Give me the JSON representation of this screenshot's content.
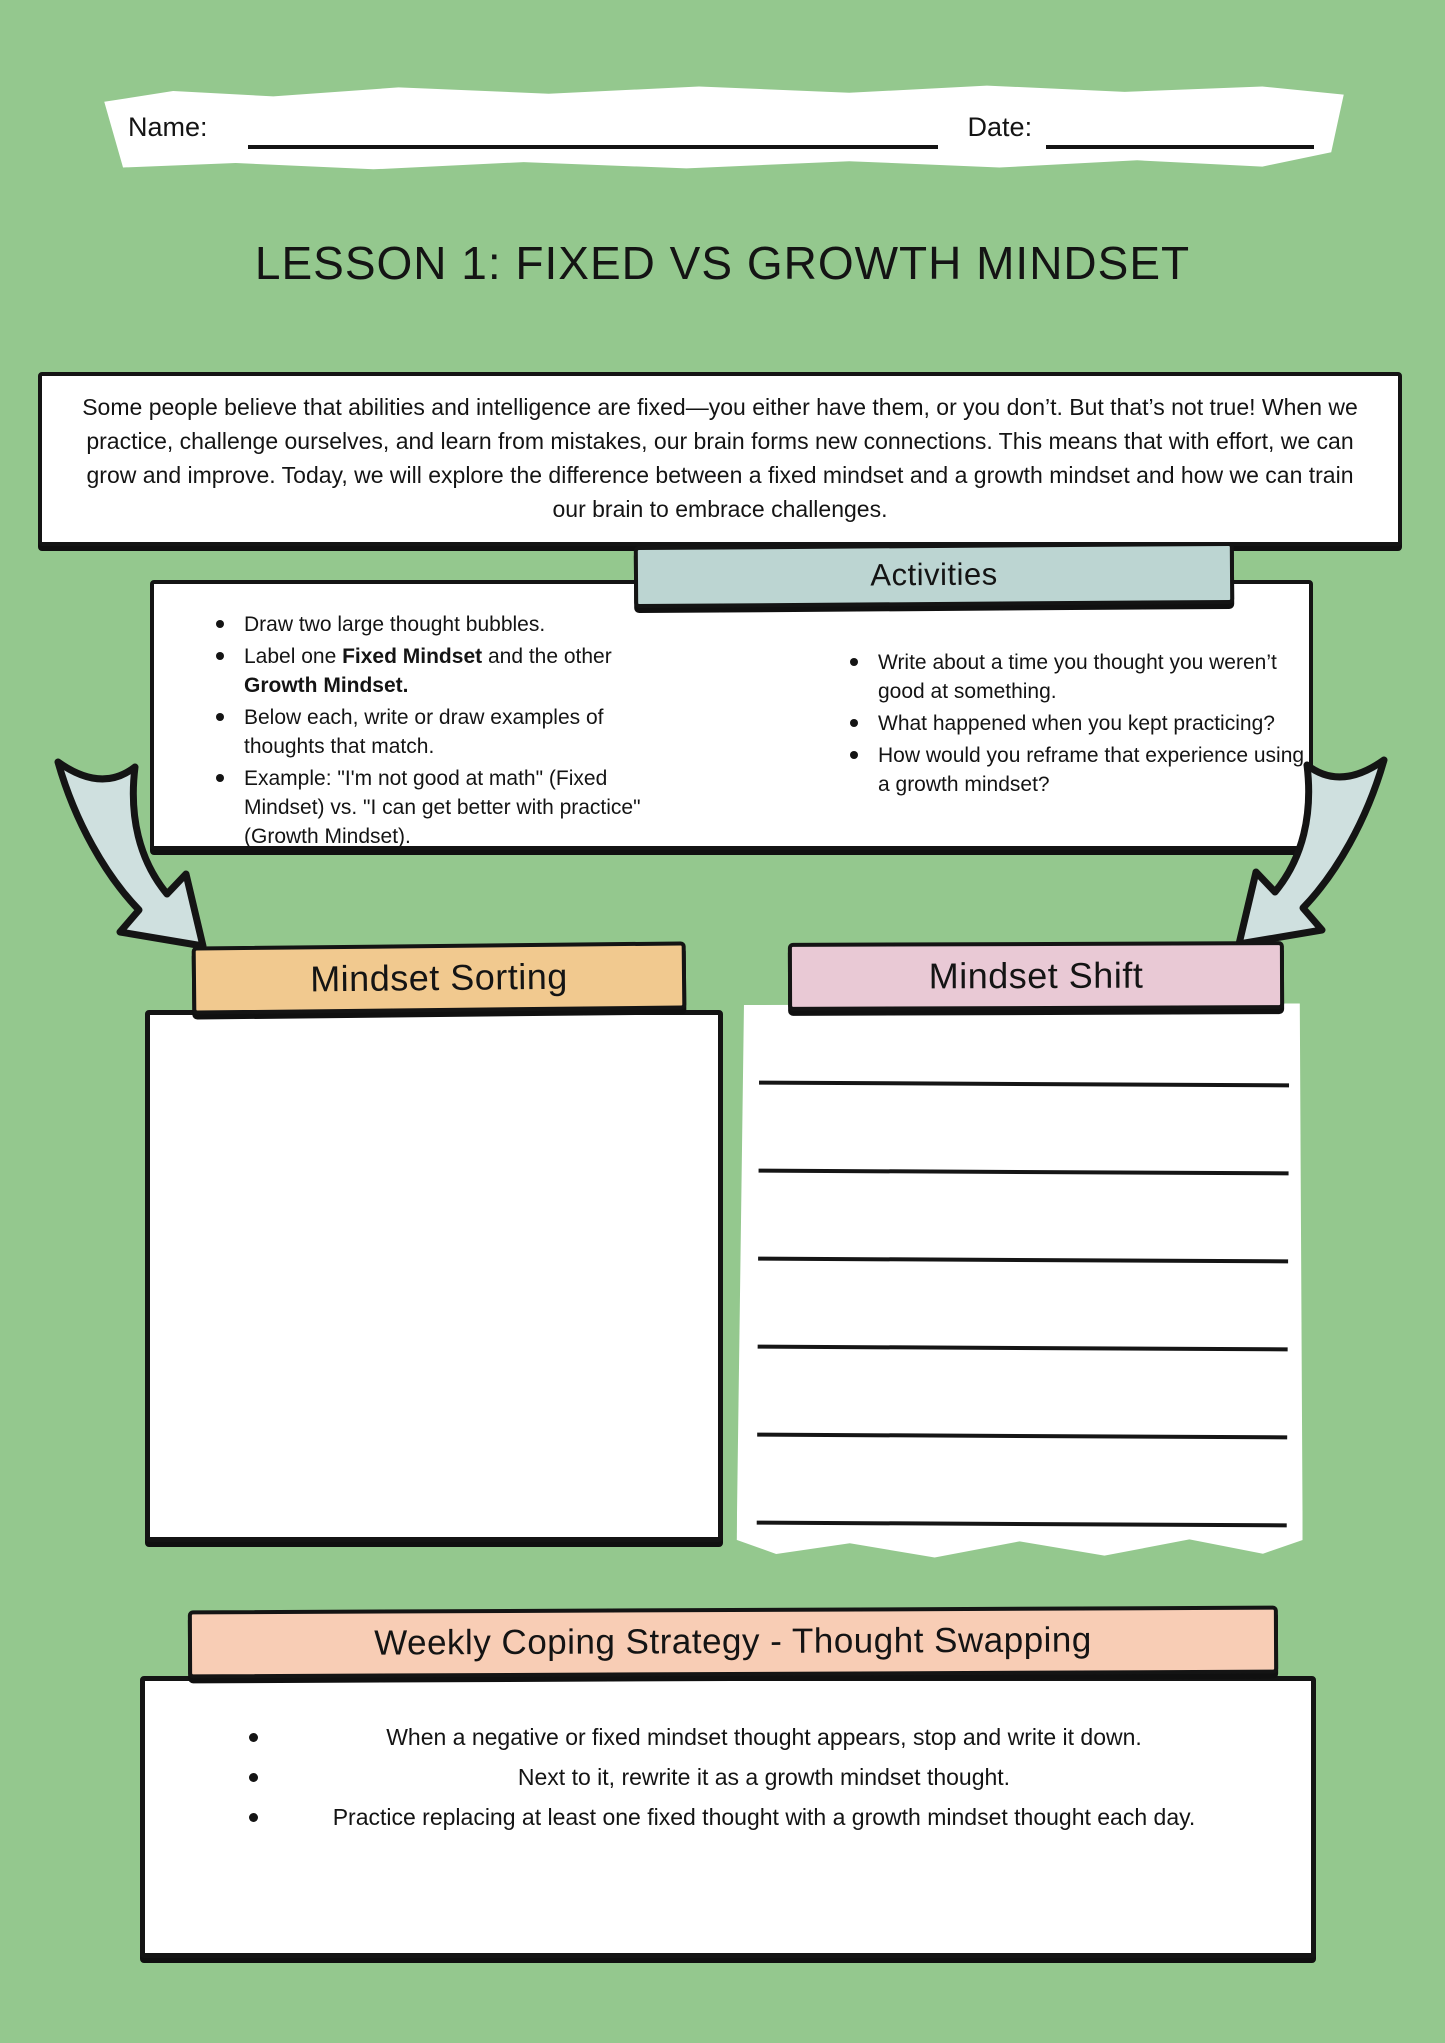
{
  "colors": {
    "background_green": "#94c88e",
    "ink_black": "#141414",
    "activities_teal": "#bcd5d2",
    "sorting_orange": "#f1c98f",
    "shift_pink": "#e9c9d5",
    "weekly_peach": "#f8cdb5",
    "arrow_blue": "#cfe0df",
    "paper_white": "#ffffff"
  },
  "header": {
    "name_label": "Name:",
    "date_label": "Date:"
  },
  "title": "LESSON 1: FIXED VS GROWTH MINDSET",
  "intro": "Some people believe that abilities and intelligence are fixed—you either have them, or you don’t. But that’s not true! When we practice, challenge ourselves, and learn from mistakes, our brain forms new connections. This means that with effort, we can grow and improve. Today, we will explore the difference between a fixed mindset and a growth mindset and how we can train our brain to embrace challenges.",
  "activities": {
    "heading": "Activities",
    "left_items": [
      "Draw two large thought bubbles.",
      [
        {
          "t": "Label one "
        },
        {
          "t": "Fixed Mindset",
          "b": true
        },
        {
          "t": " and the other "
        },
        {
          "t": "Growth Mindset.",
          "b": true
        }
      ],
      "Below each, write or draw examples of thoughts that match.",
      "Example: \"I'm not good at math\" (Fixed Mindset) vs. \"I can get better with practice\" (Growth Mindset)."
    ],
    "right_items": [
      "Write about a time you thought you weren’t good at something.",
      "What happened when you kept practicing?",
      "How would you reframe that experience using a growth mindset?"
    ]
  },
  "sorting": {
    "heading": "Mindset Sorting"
  },
  "shift": {
    "heading": "Mindset Shift",
    "line_count": 6
  },
  "weekly": {
    "heading": "Weekly Coping Strategy - Thought Swapping",
    "items": [
      "When a negative or fixed mindset thought appears, stop and write it down.",
      "Next to it, rewrite it as a growth mindset thought.",
      "Practice replacing at least one fixed thought with a growth mindset thought each day."
    ]
  }
}
